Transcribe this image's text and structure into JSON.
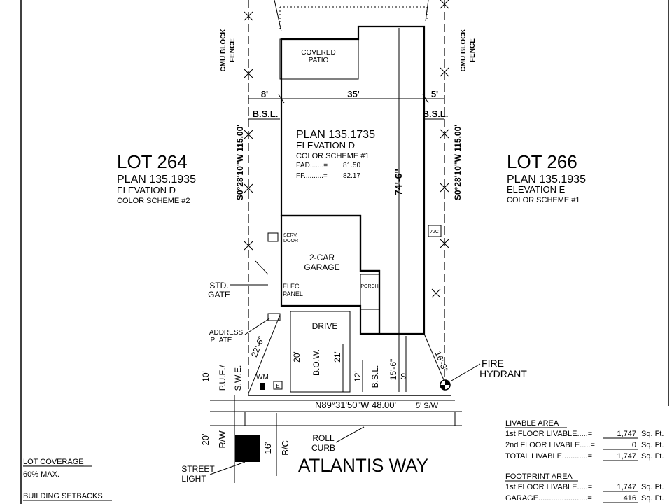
{
  "lots": {
    "left": {
      "lot": "LOT 264",
      "plan": "PLAN 135.1935",
      "elevation": "ELEVATION D",
      "scheme": "COLOR SCHEME #2"
    },
    "right": {
      "lot": "LOT 266",
      "plan": "PLAN 135.1935",
      "elevation": "ELEVATION E",
      "scheme": "COLOR SCHEME #1"
    }
  },
  "house": {
    "plan": "PLAN 135.1735",
    "elevation": "ELEVATION D",
    "scheme": "COLOR SCHEME #1",
    "pad_label": "PAD.......=",
    "pad_value": "81.50",
    "ff_label": "FF..........=",
    "ff_value": "82.17"
  },
  "rooms": {
    "patio_line1": "COVERED",
    "patio_line2": "PATIO",
    "garage_line1": "2-CAR",
    "garage_line2": "GARAGE",
    "serv_line1": "SERV.",
    "serv_line2": "DOOR",
    "elec_line1": "ELEC.",
    "elec_line2": "PANEL",
    "porch": "PORCH",
    "ac": "A/C",
    "drive": "DRIVE"
  },
  "fences": {
    "left_line1": "CMU BLOCK",
    "left_line2": "FENCE",
    "right_line1": "CMU BLOCK",
    "right_line2": "FENCE"
  },
  "dimensions": {
    "side_left": "8'",
    "width": "35'",
    "side_right": "5'",
    "bsl_left": "B.S.L.",
    "bsl_right": "B.S.L.",
    "depth": "74'-6\"",
    "bearing_left": "S0°28'10\"W  115.00'",
    "bearing_right": "S0°28'10\"W  115.00'",
    "bow": "B.O.W.",
    "dim_20": "20'",
    "dim_21": "21'",
    "dim_12": "12'",
    "bsl_front": "B.S.L.",
    "dim_15_6": "15'-6\"",
    "s_label": "S",
    "angle_left": "22'-6\"",
    "angle_right": "16'-3\"",
    "pue_dim": "10'",
    "pue": "P.U.E./",
    "swe": "S.W.E.",
    "wm": "WM",
    "e_box": "E",
    "front_bearing": "N89°31'50\"W  48.00'",
    "sidewalk": "5' S/W",
    "rw_dim": "20'",
    "rw": "R/W",
    "bc_dim": "16'",
    "bc": "B/C"
  },
  "callouts": {
    "std_gate_1": "STD.",
    "std_gate_2": "GATE",
    "address_1": "ADDRESS",
    "address_2": "PLATE",
    "fire_1": "FIRE",
    "fire_2": "HYDRANT",
    "roll_1": "ROLL",
    "roll_2": "CURB",
    "street_1": "STREET",
    "street_2": "LIGHT"
  },
  "street": "ATLANTIS WAY",
  "coverage": {
    "title": "LOT COVERAGE",
    "value": "60% MAX.",
    "setbacks": "BUILDING SETBACKS"
  },
  "livable": {
    "title": "LIVABLE AREA",
    "rows": [
      {
        "label": "1st FLOOR LIVABLE.....=",
        "value": "1,747",
        "unit": "Sq. Ft."
      },
      {
        "label": "2nd FLOOR LIVABLE.....=",
        "value": "0",
        "unit": "Sq. Ft."
      },
      {
        "label": "TOTAL LIVABLE............=",
        "value": "1,747",
        "unit": "Sq. Ft."
      }
    ]
  },
  "footprint": {
    "title": "FOOTPRINT AREA",
    "rows": [
      {
        "label": "1st FLOOR LIVABLE.....=",
        "value": "1,747",
        "unit": "Sq. Ft."
      },
      {
        "label": "GARAGE.......................=",
        "value": "416",
        "unit": "Sq. Ft."
      }
    ]
  }
}
